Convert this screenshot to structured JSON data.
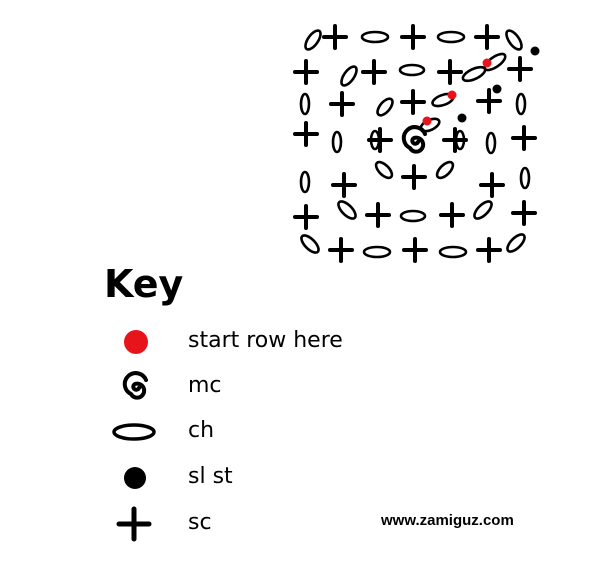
{
  "diagram": {
    "stitch_types": [
      "mc",
      "ch",
      "sc",
      "sl-st",
      "start"
    ]
  },
  "key": {
    "title": "Key",
    "items": [
      {
        "symbol": "red-dot-icon",
        "label": "start row here"
      },
      {
        "symbol": "magic-circle-icon",
        "label": "mc"
      },
      {
        "symbol": "chain-oval-icon",
        "label": "ch"
      },
      {
        "symbol": "black-dot-icon",
        "label": "sl st"
      },
      {
        "symbol": "plus-icon",
        "label": "sc"
      }
    ]
  },
  "footer": {
    "website": "www.zamiguz.com"
  },
  "colors": {
    "ink": "#000000",
    "start": "#e8141b"
  }
}
